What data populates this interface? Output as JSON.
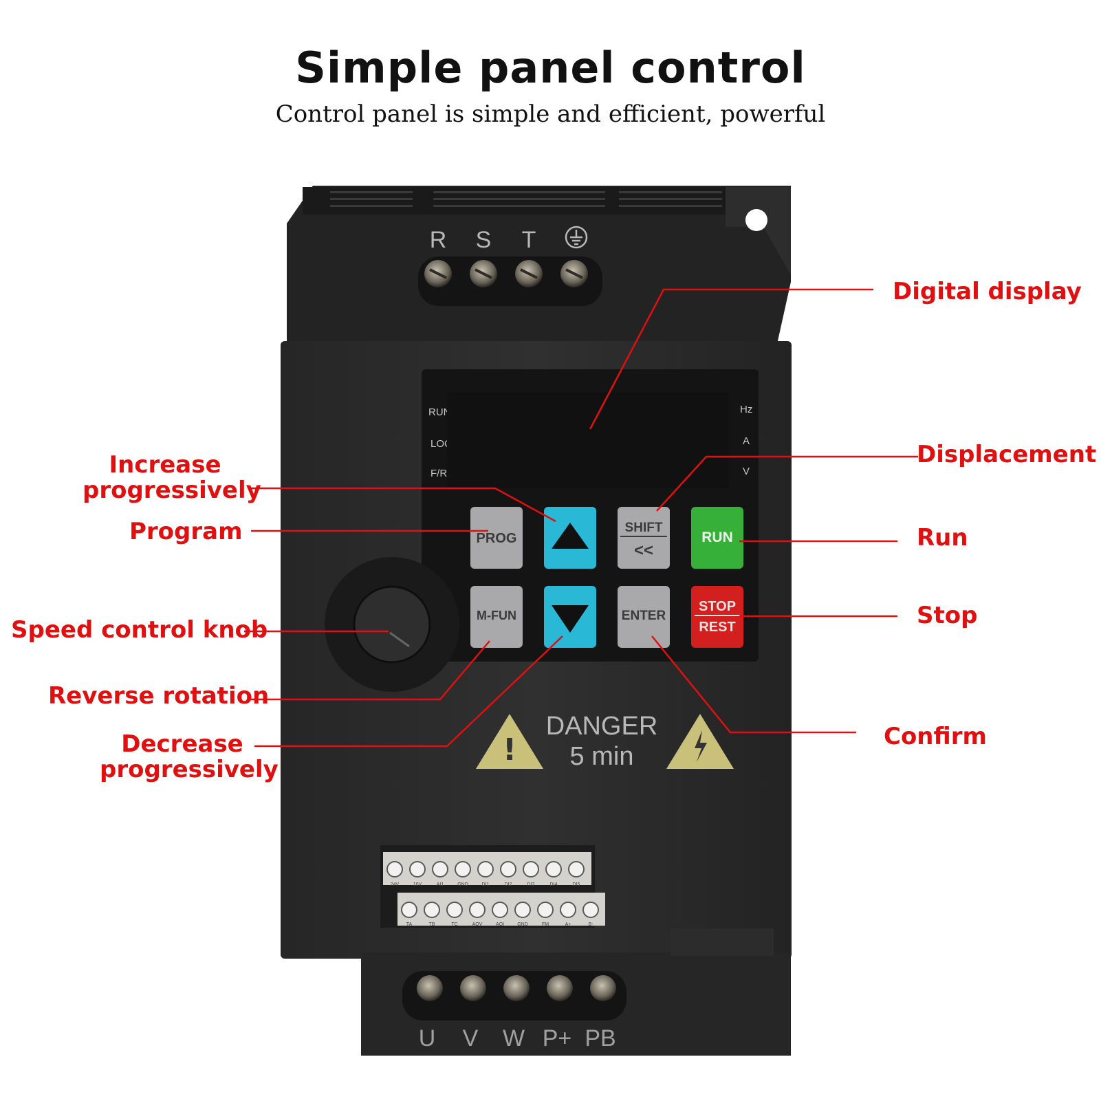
{
  "header": {
    "title": "Simple panel control",
    "subtitle": "Control panel is simple and efficient, powerful"
  },
  "input_terminals": [
    "R",
    "S",
    "T"
  ],
  "output_terminals": [
    "U",
    "V",
    "W",
    "P+",
    "PB"
  ],
  "display_indicators_left": [
    "RUN",
    "LOC",
    "F/R"
  ],
  "display_indicators_right": [
    "Hz",
    "A",
    "V"
  ],
  "keys": {
    "prog": "PROG",
    "shift_top": "SHIFT",
    "shift_bottom": "<<",
    "run": "RUN",
    "mfun": "M-FUN",
    "enter": "ENTER",
    "stop_top": "STOP",
    "stop_bottom": "REST"
  },
  "warning": {
    "line1": "DANGER",
    "line2": "5 min"
  },
  "control_terminals_top": [
    "24V",
    "10V",
    "AI1",
    "GND",
    "DI1",
    "DI2",
    "DI3",
    "DI4",
    "DI5"
  ],
  "control_terminals_bottom": [
    "TA",
    "TB",
    "TC",
    "AOV",
    "AOI",
    "GND",
    "FM",
    "A+",
    "B-"
  ],
  "labels": {
    "digital_display": "Digital display",
    "displacement": "Displacement",
    "run": "Run",
    "stop": "Stop",
    "confirm": "Confirm",
    "increase_1": "Increase",
    "increase_2": "progressively",
    "program": "Program",
    "speed_knob": "Speed control knob",
    "reverse": "Reverse rotation",
    "decrease_1": "Decrease",
    "decrease_2": "progressively"
  },
  "colors": {
    "label_red": "#e01010",
    "up_down_key": "#29b8d6",
    "run_key": "#37b03a",
    "stop_key": "#d41f1f",
    "gray_key": "#a9a9ab",
    "warning_triangle": "#c9c07a",
    "device_body": "#2a2a2a"
  }
}
